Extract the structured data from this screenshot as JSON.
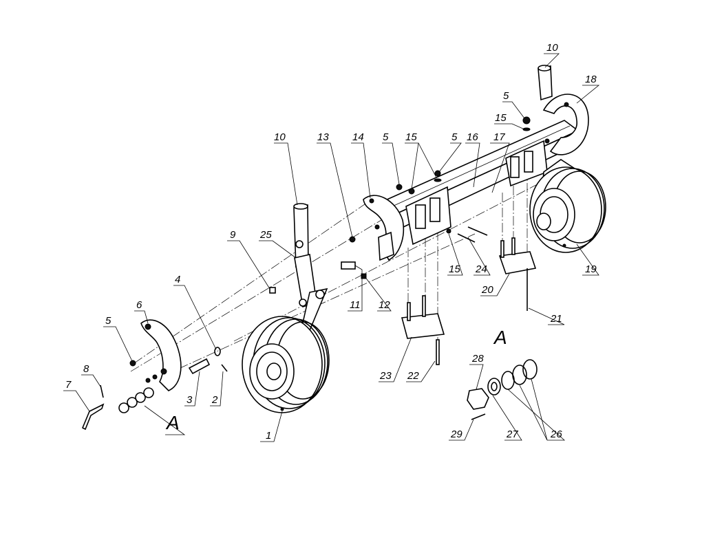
{
  "labels": {
    "p1": "1",
    "p2": "2",
    "p3": "3",
    "p4": "4",
    "p5a": "5",
    "p5b": "5",
    "p5c": "5",
    "p5d": "5",
    "p6": "6",
    "p7": "7",
    "p8": "8",
    "p9": "9",
    "p10a": "10",
    "p10b": "10",
    "p11": "11",
    "p12": "12",
    "p13": "13",
    "p14": "14",
    "p15a": "15",
    "p15b": "15",
    "p15c": "15",
    "p16": "16",
    "p17": "17",
    "p18": "18",
    "p19": "19",
    "p20": "20",
    "p21": "21",
    "p22": "22",
    "p23": "23",
    "p24": "24",
    "p25": "25",
    "p26": "26",
    "p27": "27",
    "p28": "28",
    "p29": "29"
  },
  "detail": {
    "left": "A",
    "right": "A"
  }
}
